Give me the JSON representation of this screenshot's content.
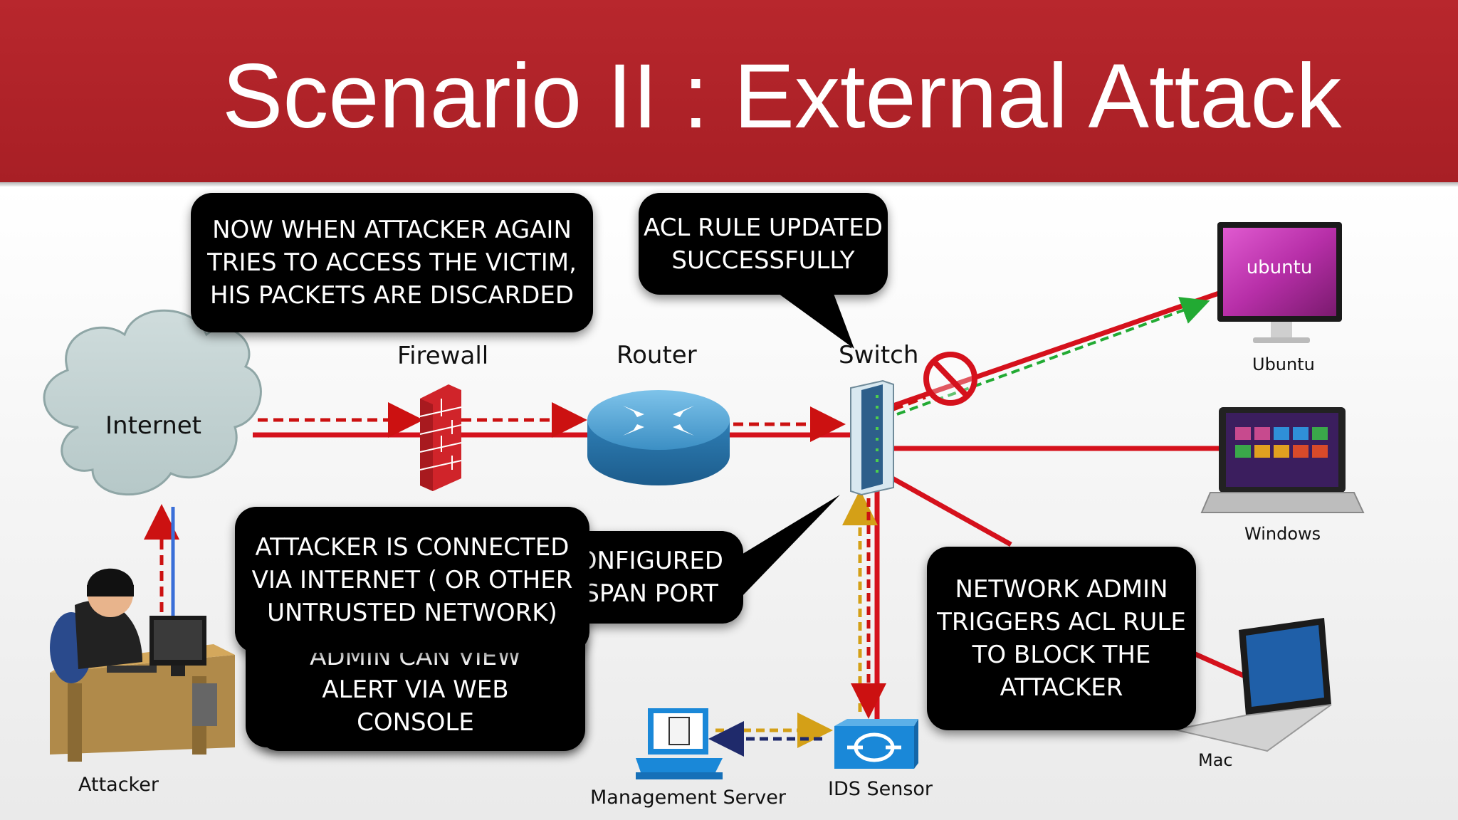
{
  "title": "Scenario II : External Attack",
  "nodes": {
    "internet": "Internet",
    "firewall": "Firewall",
    "router": "Router",
    "switch": "Switch",
    "ubuntu": "Ubuntu",
    "ubuntu_logo": "ubuntu",
    "windows": "Windows",
    "mac": "Mac",
    "attacker": "Attacker",
    "management_server": "Management Server",
    "ids_sensor": "IDS Sensor"
  },
  "callouts": {
    "discarded": [
      "NOW WHEN ATTACKER AGAIN",
      "TRIES TO ACCESS THE VICTIM,",
      "HIS PACKETS ARE DISCARDED"
    ],
    "acl_updated": [
      "ACL RULE UPDATED",
      "SUCCESSFULLY"
    ],
    "span_port": [
      "CONFIGURED",
      "S SPAN PORT"
    ],
    "attacker_connected": [
      "ATTACKER IS CONNECTED",
      "VIA INTERNET ( OR OTHER",
      "UNTRUSTED NETWORK)"
    ],
    "admin_view": [
      "ADMIN CAN VIEW",
      "ALERT VIA WEB",
      "CONSOLE"
    ],
    "admin_triggers": [
      "NETWORK ADMIN",
      "TRIGGERS ACL RULE",
      "TO BLOCK THE",
      "ATTACKER"
    ]
  },
  "colors": {
    "banner": "#b22a2f",
    "link": "#d5111c",
    "dashed_red": "#cc1111",
    "dashed_green": "#22aa33",
    "dashed_yellow": "#d4a017",
    "dashed_navy": "#1f2a6b",
    "device_blue": "#1a88d8"
  }
}
